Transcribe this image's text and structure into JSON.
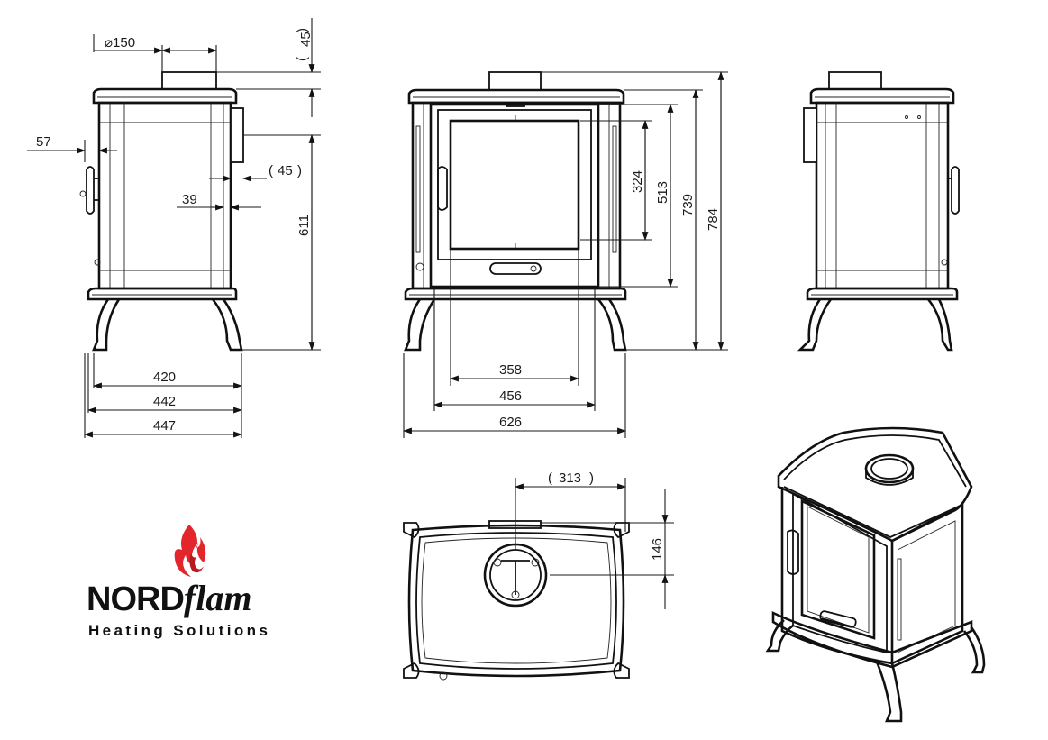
{
  "dimensions": {
    "flue_diameter": "⌀150",
    "flue_height": "45",
    "side_offset": "57",
    "rear_outlet_height": "45",
    "rear_inset": "39",
    "rear_outlet_center_height": "611",
    "depth_420": "420",
    "depth_442": "442",
    "depth_447": "447",
    "glass_height": "324",
    "door_height": "513",
    "body_height": "739",
    "total_height": "784",
    "glass_width": "358",
    "door_width": "456",
    "total_width": "626",
    "flue_offset_x": "313",
    "flue_offset_y": "146"
  },
  "brand": {
    "name_bold": "NORD",
    "name_italic": "flam",
    "tagline": "Heating Solutions",
    "flame_colors": [
      "#e3262b",
      "#b81a1f"
    ]
  }
}
